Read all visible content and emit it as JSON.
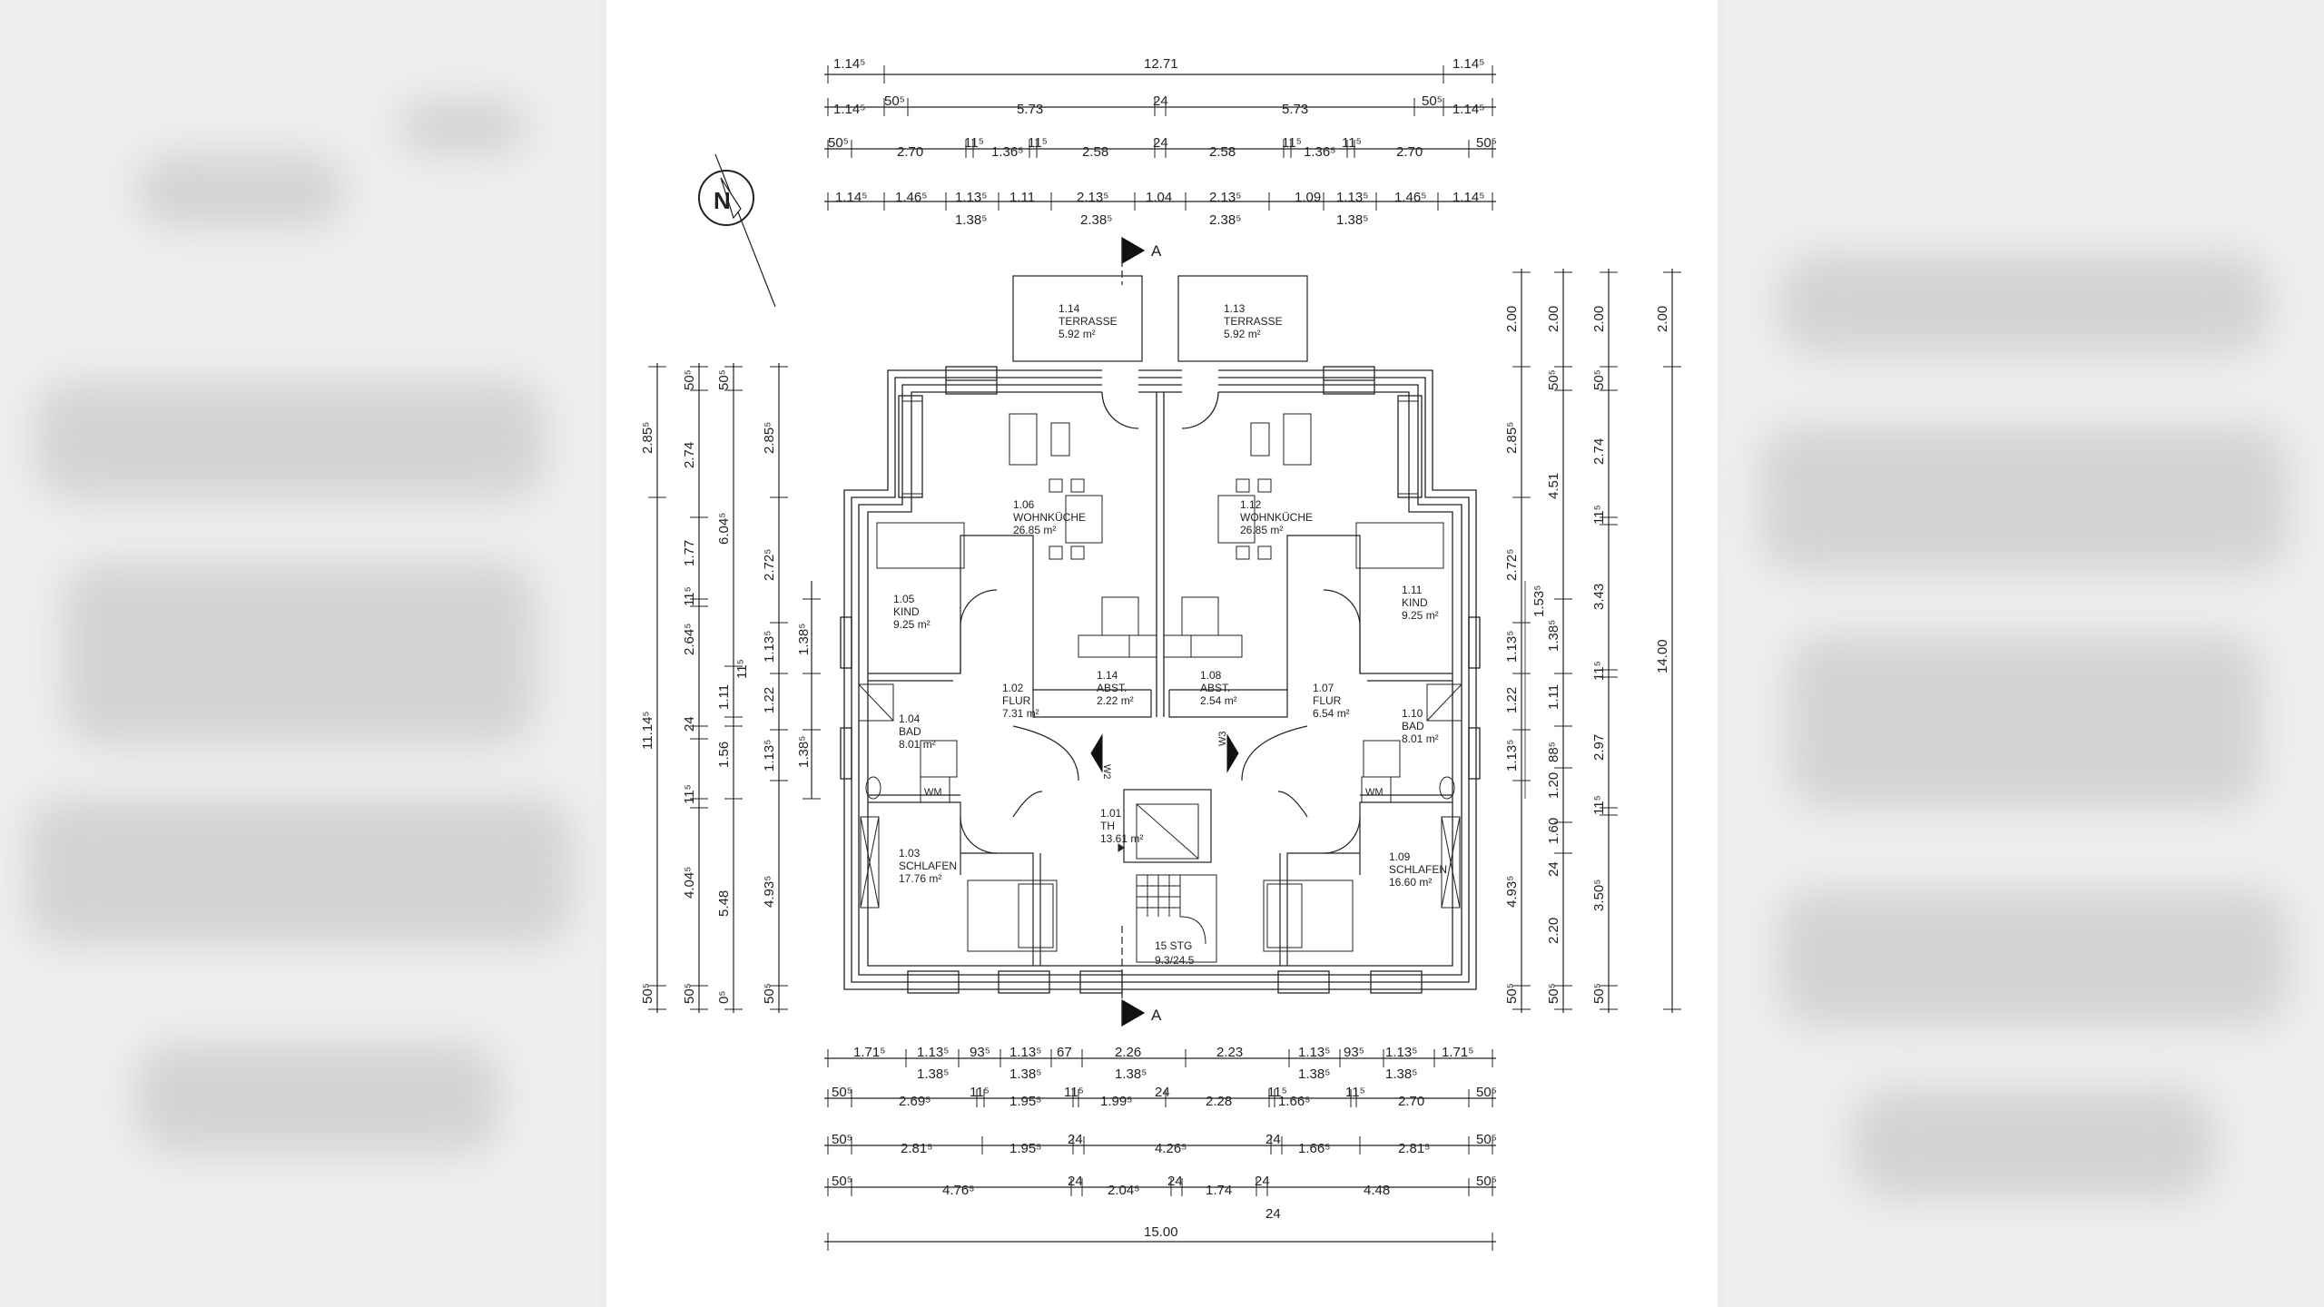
{
  "north_label": "N",
  "section_marker": "A",
  "dims_top": {
    "row1": [
      "1.14⁵",
      "12.71",
      "1.14⁵"
    ],
    "row2": [
      "1.14⁵",
      "50⁵",
      "5.73",
      "24",
      "5.73",
      "50⁵",
      "1.14⁵"
    ],
    "row3": [
      "50⁵",
      "2.70",
      "11⁵",
      "1.36⁵",
      "11⁵",
      "2.58",
      "24",
      "2.58",
      "11⁵",
      "1.36⁵",
      "11⁵",
      "2.70",
      "50⁵"
    ],
    "row4": [
      "1.14⁵",
      "1.46⁵",
      "1.13⁵",
      "1.11",
      "2.13⁵",
      "1.04",
      "2.13⁵",
      "1.09",
      "1.13⁵",
      "1.46⁵",
      "1.14⁵"
    ],
    "row4b": [
      "1.38⁵",
      "2.38⁵",
      "2.38⁵",
      "1.38⁵"
    ]
  },
  "dims_bottom": {
    "row1": [
      "1.71⁵",
      "1.13⁵",
      "93⁵",
      "1.13⁵",
      "67",
      "2.26",
      "2.23",
      "1.13⁵",
      "93⁵",
      "1.13⁵",
      "1.71⁵"
    ],
    "row1b": [
      "1.38⁵",
      "1.38⁵",
      "1.38⁵",
      "1.38⁵",
      "1.38⁵"
    ],
    "row2": [
      "50⁵",
      "2.69⁵",
      "11⁵",
      "1.95⁵",
      "11⁵",
      "1.99⁵",
      "24",
      "2.28",
      "11⁵",
      "1.66⁵",
      "11⁵",
      "2.70",
      "50⁵"
    ],
    "row3": [
      "50⁵",
      "2.81⁵",
      "1.95⁵",
      "24",
      "4.26⁵",
      "24",
      "1.66⁵",
      "2.81⁵",
      "50⁵"
    ],
    "row4": [
      "50⁵",
      "4.76⁵",
      "24",
      "2.04⁵",
      "24",
      "1.74",
      "24",
      "4.48",
      "50⁵"
    ],
    "row4b": [
      "24"
    ],
    "total": "15.00"
  },
  "dims_left": {
    "col1": [
      "2.85⁵",
      "11.14⁵",
      "50⁵"
    ],
    "col2": [
      "50⁵",
      "2.74",
      "1.77",
      "11⁵",
      "2.64⁵",
      "24",
      "11⁵",
      "4.04⁵",
      "50⁵"
    ],
    "col3": [
      "50⁵",
      "6.04⁵",
      "1.11",
      "11⁵",
      "1.56",
      "5.48",
      "0⁵"
    ],
    "col4": [
      "2.85⁵",
      "2.72⁵",
      "1.13⁵",
      "1.22",
      "1.13⁵",
      "4.93⁵",
      "50⁵"
    ],
    "col5": [
      "1.38⁵",
      "1.38⁵"
    ]
  },
  "dims_right": {
    "col1": [
      "2.00",
      "2.85⁵",
      "2.72⁵",
      "1.13⁵",
      "1.22",
      "1.13⁵",
      "4.93⁵",
      "50⁵"
    ],
    "col2": [
      "2.00",
      "50⁵",
      "4.51",
      "1.53⁵",
      "1.38⁵",
      "1.11",
      "88⁵",
      "1.20",
      "1.60",
      "24",
      "2.20",
      "50⁵"
    ],
    "col3": [
      "2.00",
      "50⁵",
      "2.74",
      "11⁵",
      "3.43",
      "11⁵",
      "2.97",
      "11⁵",
      "3.50⁵",
      "50⁵"
    ],
    "col4": [
      "2.00",
      "14.00"
    ]
  },
  "rooms": [
    {
      "num": "1.14",
      "name": "TERRASSE",
      "area": "5.92 m²"
    },
    {
      "num": "1.13",
      "name": "TERRASSE",
      "area": "5.92 m²"
    },
    {
      "num": "1.06",
      "name": "WOHNKÜCHE",
      "area": "26.85 m²"
    },
    {
      "num": "1.12",
      "name": "WOHNKÜCHE",
      "area": "26.85 m²"
    },
    {
      "num": "1.05",
      "name": "KIND",
      "area": "9.25 m²"
    },
    {
      "num": "1.11",
      "name": "KIND",
      "area": "9.25 m²"
    },
    {
      "num": "1.02",
      "name": "FLUR",
      "area": "7.31 m²"
    },
    {
      "num": "1.14",
      "name": "ABST.",
      "area": "2.22 m²"
    },
    {
      "num": "1.08",
      "name": "ABST.",
      "area": "2.54 m²"
    },
    {
      "num": "1.07",
      "name": "FLUR",
      "area": "6.54 m²"
    },
    {
      "num": "1.04",
      "name": "BAD",
      "area": "8.01 m²"
    },
    {
      "num": "1.10",
      "name": "BAD",
      "area": "8.01 m²"
    },
    {
      "num": "1.01",
      "name": "TH",
      "area": "13.61 m²"
    },
    {
      "num": "1.03",
      "name": "SCHLAFEN",
      "area": "17.76 m²"
    },
    {
      "num": "1.09",
      "name": "SCHLAFEN",
      "area": "16.60 m²"
    }
  ],
  "labels": {
    "wm_left": "WM",
    "wm_right": "WM",
    "w2": "W2",
    "w3": "W3",
    "stairs_1": "15 STG",
    "stairs_2": "9.3/24.5"
  }
}
